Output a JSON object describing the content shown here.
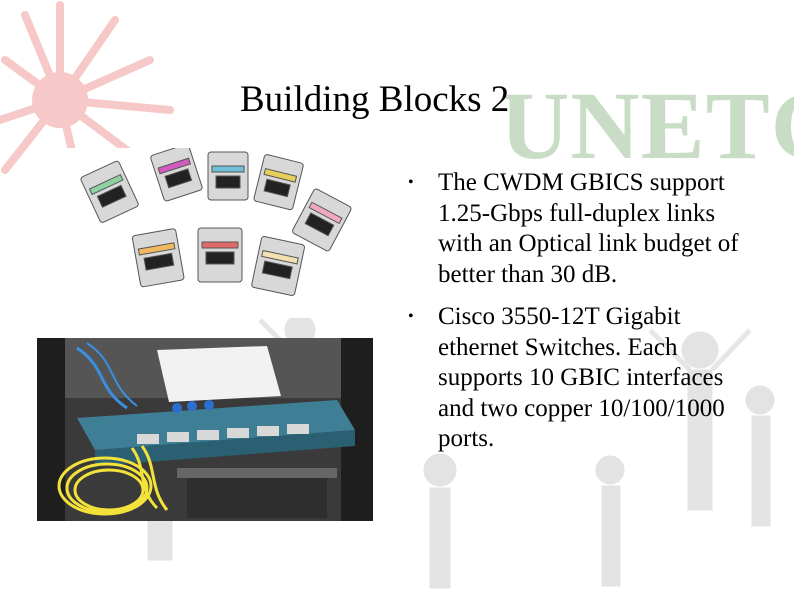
{
  "slide": {
    "title": "Building Blocks 2",
    "watermark_text": "UNETG",
    "bullets": [
      {
        "marker": "•",
        "text": "The CWDM GBICS support 1.25-Gbps full-duplex links with an Optical link budget of better than 30 dB."
      },
      {
        "marker": "•",
        "text": "Cisco 3550-12T Gigabit ethernet Switches. Each supports 10 GBIC interfaces and two copper 10/100/1000 ports."
      }
    ]
  },
  "images": {
    "gbic_photo": "photo of eight CWDM GBIC transceivers with colored labels",
    "switch_photo": "photo of rack-mounted Cisco switch with yellow fiber cables"
  },
  "colors": {
    "sunburst": "#f6c8c8",
    "people": "#dcdcdc",
    "watermark": "#c9dcc6"
  }
}
